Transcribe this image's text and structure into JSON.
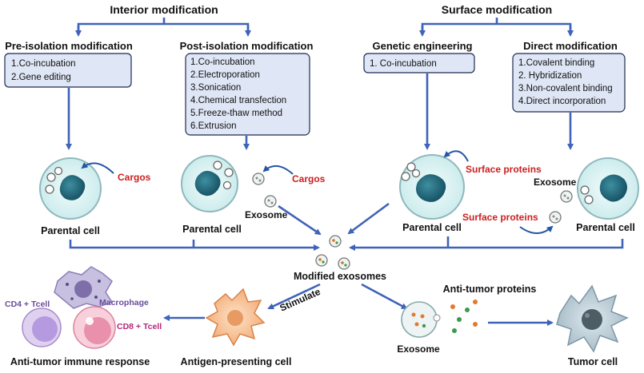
{
  "headings": {
    "interior": "Interior modification",
    "surface": "Surface modification"
  },
  "pre_isolation": {
    "title": "Pre-isolation modification",
    "items": [
      "1.Co-incubation",
      "2.Gene editing"
    ]
  },
  "post_isolation": {
    "title": "Post-isolation modification",
    "items": [
      "1.Co-incubation",
      "2.Electroporation",
      "3.Sonication",
      "4.Chemical transfection",
      "5.Freeze-thaw method",
      "6.Extrusion"
    ]
  },
  "genetic": {
    "title": "Genetic engineering",
    "items": [
      "1. Co-incubation"
    ]
  },
  "direct": {
    "title": "Direct modification",
    "items": [
      "1.Covalent binding",
      "2. Hybridization",
      "3.Non-covalent binding",
      "4.Direct incorporation"
    ]
  },
  "labels": {
    "parental_cell": "Parental cell",
    "cargos": "Cargos",
    "exosome": "Exosome",
    "surface_proteins": "Surface proteins",
    "modified_exosomes": "Modified exosomes",
    "stimulate": "Stimulate",
    "antigen_presenting_cell": "Antigen-presenting cell",
    "anti_tumor_immune_response": "Anti-tumor immune response",
    "anti_tumor_proteins": "Anti-tumor proteins",
    "tumor_cell": "Tumor cell",
    "cd4_tcell": "CD4 + Tcell",
    "cd8_tcell": "CD8 + Tcell",
    "macrophage": "Macrophage"
  }
}
